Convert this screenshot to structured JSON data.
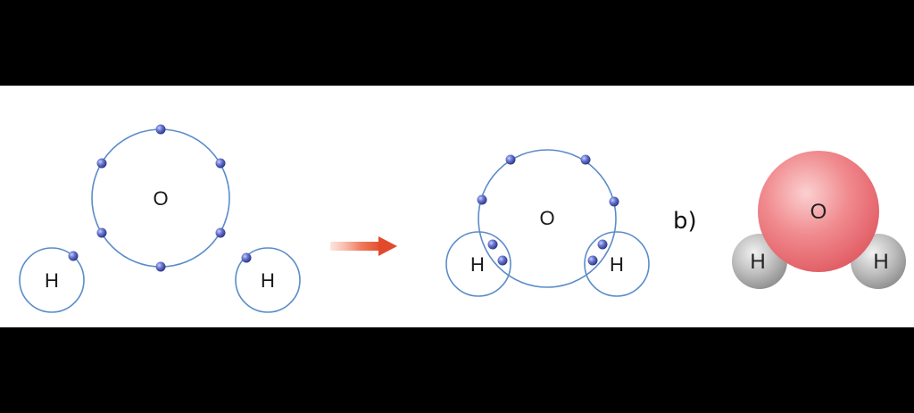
{
  "diagram": {
    "reactants": {
      "oxygen_label": "O",
      "hydrogen_left_label": "H",
      "hydrogen_right_label": "H",
      "oxygen_valence_electrons": 6,
      "hydrogen_electrons_each": 1
    },
    "product": {
      "oxygen_label": "O",
      "hydrogen_left_label": "H",
      "hydrogen_right_label": "H",
      "shared_electron_pairs": 2,
      "lone_electrons": 4
    },
    "part_b_label": "b)",
    "space_fill_model": {
      "oxygen_label": "O",
      "hydrogen_left_label": "H",
      "hydrogen_right_label": "H"
    },
    "colors": {
      "orbit": "#5b8cc9",
      "electron": "#4f5fb8",
      "arrow": "#e8553a",
      "oxygen_sphere": "#ee7378",
      "hydrogen_sphere": "#a9a9a9"
    }
  }
}
